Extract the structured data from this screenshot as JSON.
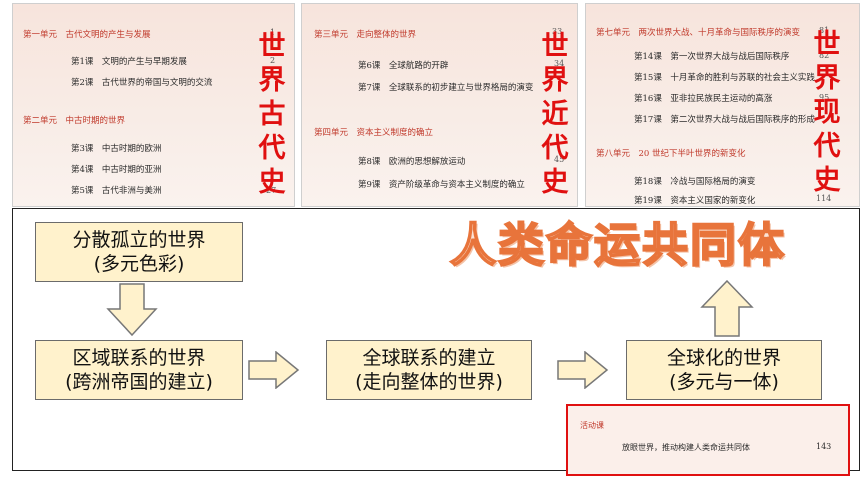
{
  "toc_panels": [
    {
      "side_title": [
        "世",
        "界",
        "古",
        "代",
        "史"
      ],
      "unit1": "第一单元　古代文明的产生与发展",
      "l1": "第1课　文明的产生与早期发展",
      "l2": "第2课　古代世界的帝国与文明的交流",
      "unit2": "第二单元　中古时期的世界",
      "l3": "第3课　中古时期的欧洲",
      "l4": "第4课　中古时期的亚洲",
      "l5": "第5课　古代非洲与美洲",
      "pages": [
        "1",
        "2",
        "27"
      ]
    },
    {
      "side_title": [
        "世",
        "界",
        "近",
        "代",
        "史"
      ],
      "unit1": "第三单元　走向整体的世界",
      "l1": "第6课　全球航路的开辟",
      "l2": "第7课　全球联系的初步建立与世界格局的演变",
      "unit2": "第四单元　资本主义制度的确立",
      "l3": "第8课　欧洲的思想解放运动",
      "l4": "第9课　资产阶级革命与资本主义制度的确立",
      "pages": [
        "33",
        "34",
        "45"
      ]
    },
    {
      "side_title": [
        "世",
        "界",
        "现",
        "代",
        "史"
      ],
      "unit1": "第七单元　两次世界大战、十月革命与国际秩序的演变",
      "l1": "第14课　第一次世界大战与战后国际秩序",
      "l2": "第15课　十月革命的胜利与苏联的社会主义实践",
      "l3": "第16课　亚非拉民族民主运动的高涨",
      "l4": "第17课　第二次世界大战与战后国际秩序的形成",
      "unit2": "第八单元　20 世纪下半叶世界的新变化",
      "l5": "第18课　冷战与国际格局的演变",
      "l6": "第19课　资本主义国家的新变化",
      "pages": [
        "81",
        "82",
        "95",
        "114"
      ]
    }
  ],
  "diagram": {
    "box1": {
      "line1": "分散孤立的世界",
      "line2": "(多元色彩)"
    },
    "box2": {
      "line1": "区域联系的世界",
      "line2": "(跨洲帝国的建立)"
    },
    "box3": {
      "line1": "全球联系的建立",
      "line2": "(走向整体的世界)"
    },
    "box4": {
      "line1": "全球化的世界",
      "line2": "(多元与一体)"
    },
    "slogan": "人类命运共同体"
  },
  "activity": {
    "label": "活动课",
    "text": "放眼世界，推动构建人类命运共同体",
    "page": "143"
  },
  "colors": {
    "accent_red": "#e01010",
    "box_fill": "#fff2cc",
    "slogan_orange": "#e8743b"
  }
}
